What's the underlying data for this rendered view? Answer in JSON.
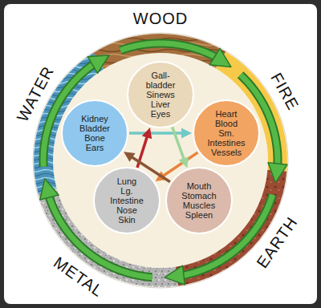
{
  "diagram": {
    "nodes": [
      {
        "text": [
          "WOOD"
        ]
      },
      {
        "text": [
          "FIRE"
        ]
      },
      {
        "text": [
          "EARTH"
        ]
      },
      {
        "text": [
          "METAL"
        ]
      },
      {
        "text": [
          "WATER"
        ]
      },
      {
        "text": [
          "Gall-bladder Sinews Liver Eyes"
        ]
      },
      {
        "text": [
          "Heart Blood Sm. Intestines Vessels"
        ]
      },
      {
        "text": [
          "Mouth Stomach Muscles Spleen"
        ]
      },
      {
        "text": [
          "Lung Lg. Intestine Nose Skin"
        ]
      },
      {
        "text": [
          "Kidney Bladder Bone Ears"
        ]
      }
    ],
    "edges": [
      {
        "from": 0,
        "to": 1,
        "arrow": "to"
      },
      {
        "from": 1,
        "to": 2,
        "arrow": "to"
      },
      {
        "from": 2,
        "to": 3,
        "arrow": "to"
      },
      {
        "from": 3,
        "to": 4,
        "arrow": "to"
      },
      {
        "from": 4,
        "to": 0,
        "arrow": "to"
      },
      {
        "from": 9,
        "to": 6,
        "arrow": "to"
      },
      {
        "from": 6,
        "to": 8,
        "arrow": "to"
      },
      {
        "from": 8,
        "to": 5,
        "arrow": "to"
      },
      {
        "from": 5,
        "to": 7,
        "arrow": "to"
      },
      {
        "from": 7,
        "to": 9,
        "arrow": "to"
      }
    ]
  }
}
